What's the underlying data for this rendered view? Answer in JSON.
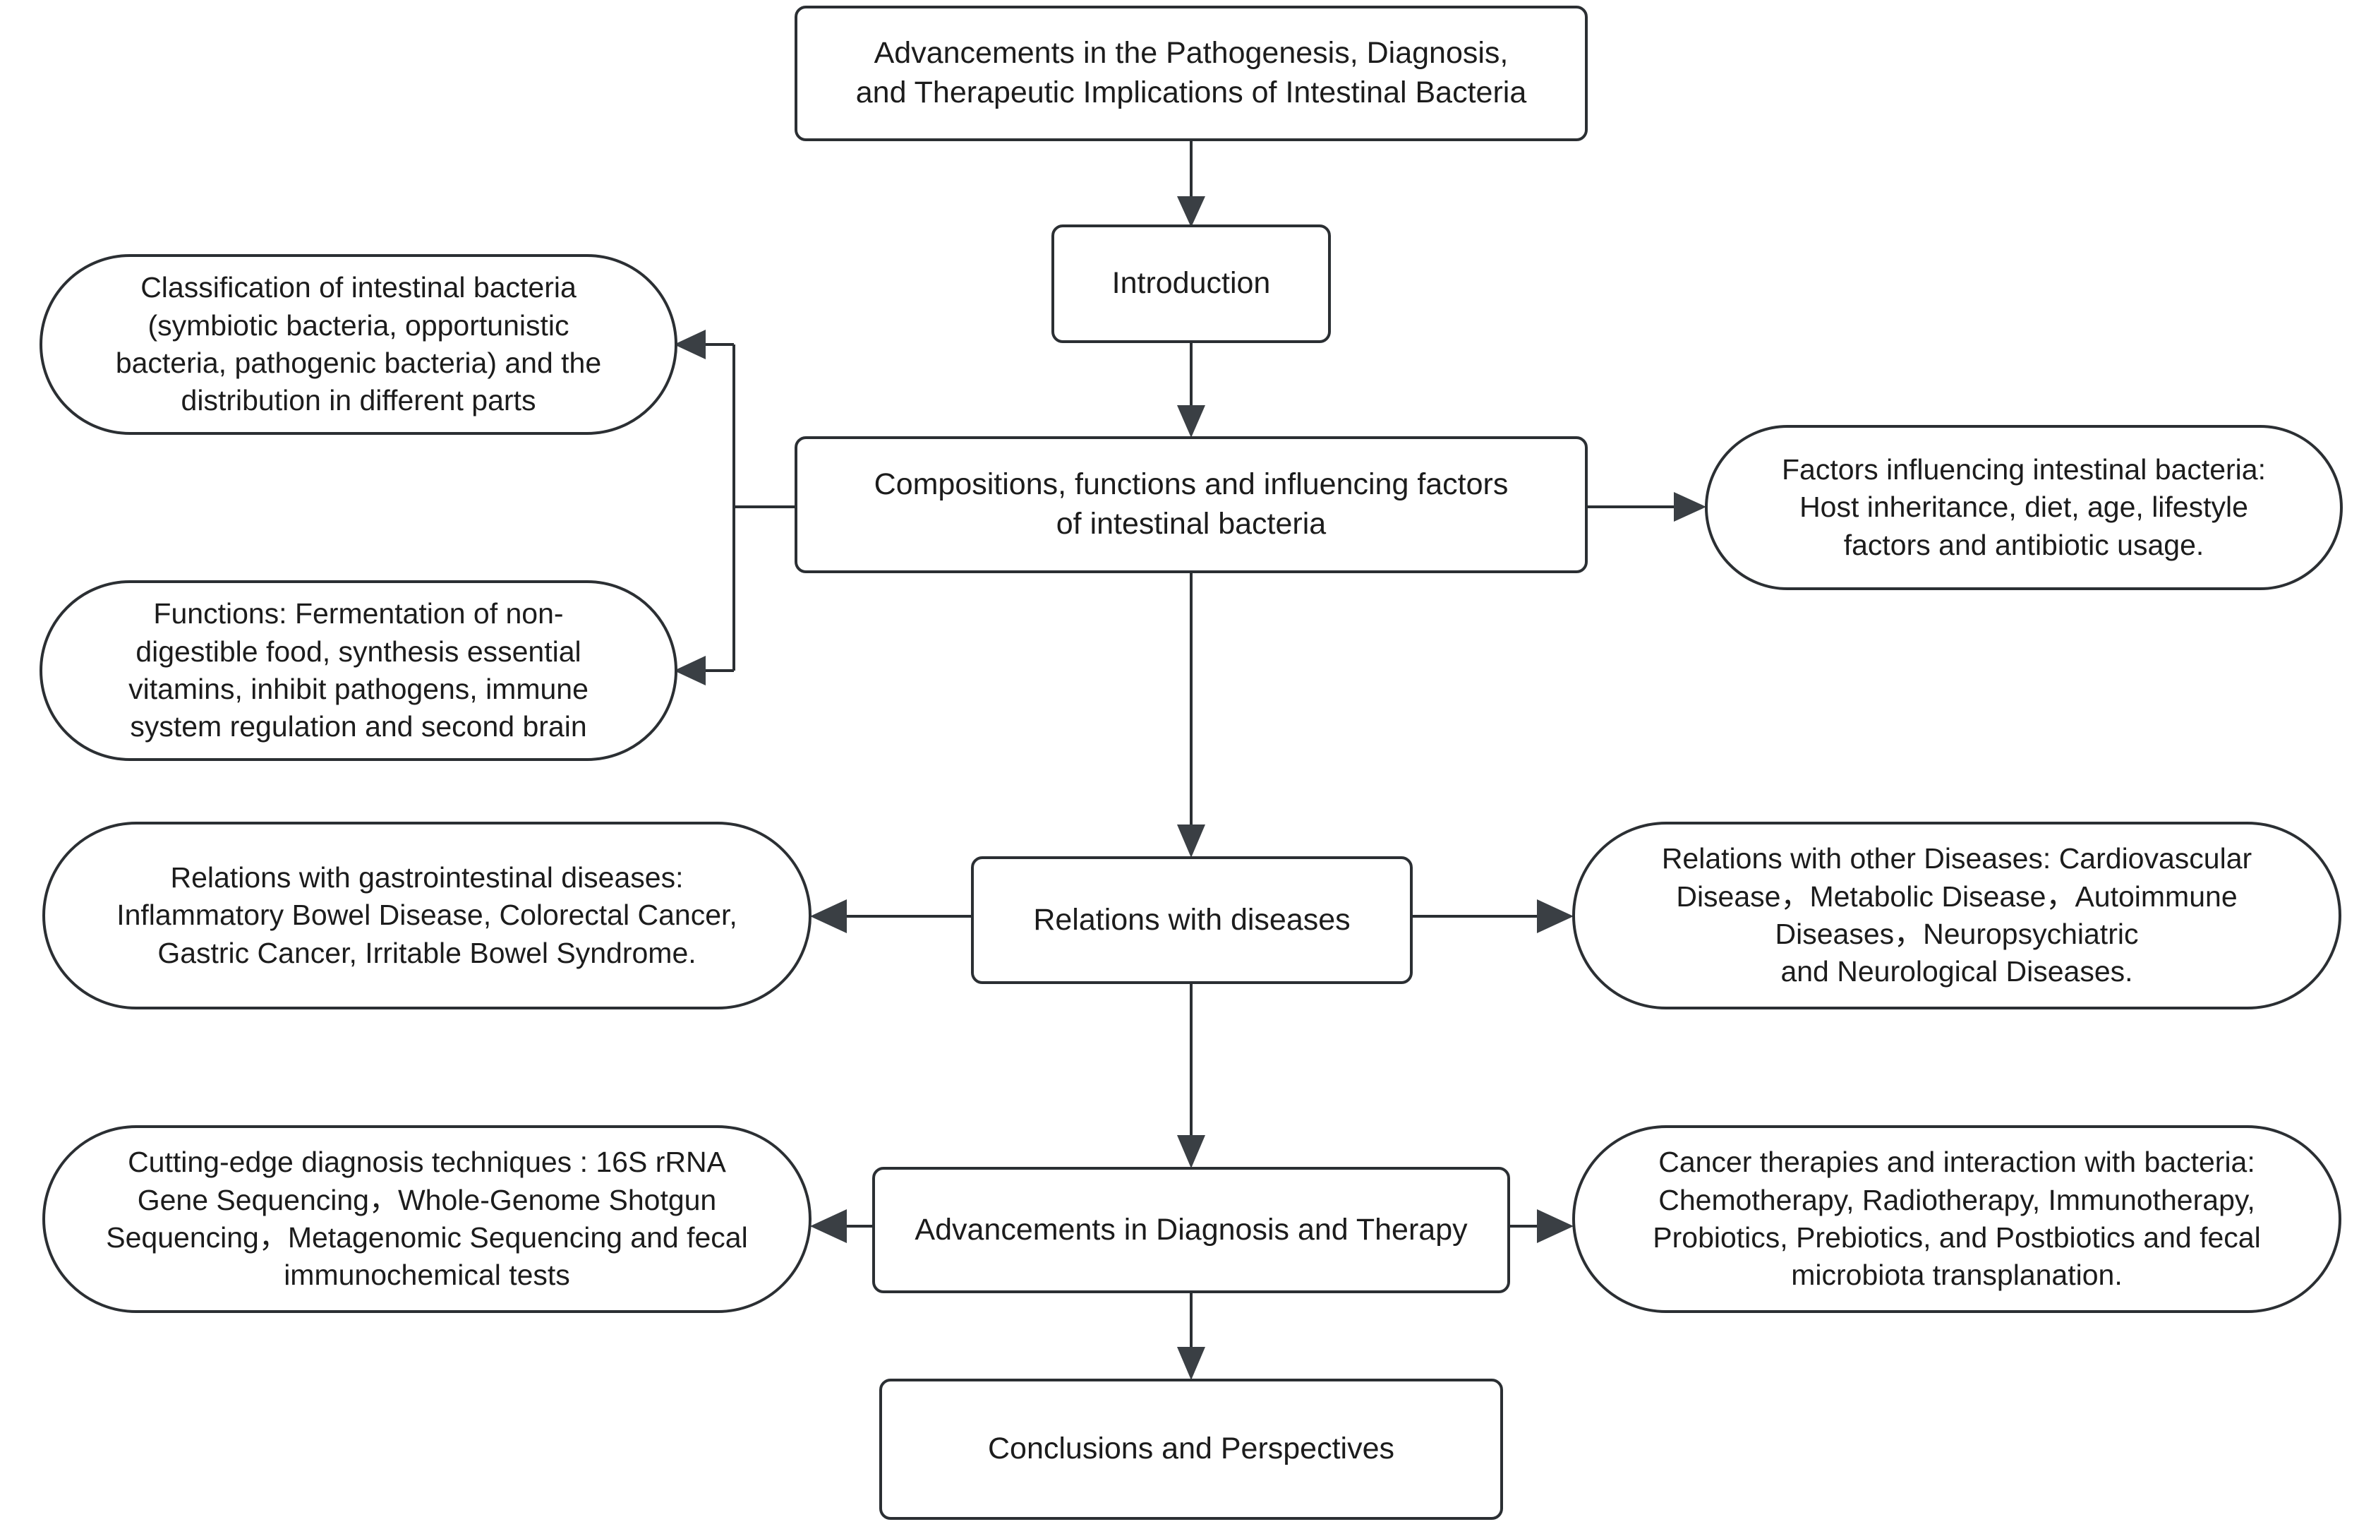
{
  "diagram": {
    "title_node": {
      "id": "title",
      "label": "Advancements in the Pathogenesis, Diagnosis,\nand Therapeutic Implications of Intestinal Bacteria",
      "shape": "rounded-rect"
    },
    "nodes": [
      {
        "id": "introduction",
        "label": "Introduction",
        "shape": "rounded-rect",
        "column": "center"
      },
      {
        "id": "compositions",
        "label": "Compositions, functions and influencing factors\nof intestinal bacteria",
        "shape": "rounded-rect",
        "column": "center"
      },
      {
        "id": "classification",
        "label": "Classification of intestinal bacteria\n(symbiotic bacteria, opportunistic\nbacteria, pathogenic bacteria) and the\ndistribution in different parts",
        "shape": "stadium",
        "column": "left"
      },
      {
        "id": "functions",
        "label": "Functions: Fermentation of non-\ndigestible food, synthesis essential\nvitamins, inhibit pathogens, immune\nsystem regulation and second brain",
        "shape": "stadium",
        "column": "left"
      },
      {
        "id": "factors",
        "label": "Factors influencing intestinal bacteria:\nHost inheritance, diet, age, lifestyle\nfactors and antibiotic usage.",
        "shape": "stadium",
        "column": "right"
      },
      {
        "id": "relations-diseases",
        "label": "Relations with diseases",
        "shape": "rounded-rect",
        "column": "center"
      },
      {
        "id": "gastrointestinal",
        "label": "Relations with gastrointestinal diseases:\nInflammatory Bowel Disease, Colorectal Cancer,\nGastric Cancer, Irritable Bowel Syndrome.",
        "shape": "stadium",
        "column": "left"
      },
      {
        "id": "other-diseases",
        "label": "Relations with other Diseases: Cardiovascular\nDisease，Metabolic Disease，Autoimmune\nDiseases，Neuropsychiatric\nand Neurological Diseases.",
        "shape": "stadium",
        "column": "right"
      },
      {
        "id": "advancements-dx-tx",
        "label": "Advancements in Diagnosis and Therapy",
        "shape": "rounded-rect",
        "column": "center"
      },
      {
        "id": "diagnosis-techniques",
        "label": "Cutting-edge diagnosis techniques : 16S rRNA\nGene Sequencing，Whole-Genome Shotgun\nSequencing，Metagenomic Sequencing and fecal\nimmunochemical tests",
        "shape": "stadium",
        "column": "left"
      },
      {
        "id": "cancer-therapies",
        "label": "Cancer therapies and interaction with bacteria:\nChemotherapy, Radiotherapy, Immunotherapy,\nProbiotics, Prebiotics, and Postbiotics and fecal\nmicrobiota transplanation.",
        "shape": "stadium",
        "column": "right"
      },
      {
        "id": "conclusions",
        "label": "Conclusions and Perspectives",
        "shape": "rounded-rect",
        "column": "center"
      }
    ],
    "edges": [
      {
        "from": "title",
        "to": "introduction",
        "direction": "down"
      },
      {
        "from": "introduction",
        "to": "compositions",
        "direction": "down"
      },
      {
        "from": "compositions",
        "to": "classification",
        "direction": "left"
      },
      {
        "from": "compositions",
        "to": "functions",
        "direction": "left"
      },
      {
        "from": "compositions",
        "to": "factors",
        "direction": "right"
      },
      {
        "from": "compositions",
        "to": "relations-diseases",
        "direction": "down"
      },
      {
        "from": "relations-diseases",
        "to": "gastrointestinal",
        "direction": "left"
      },
      {
        "from": "relations-diseases",
        "to": "other-diseases",
        "direction": "right"
      },
      {
        "from": "relations-diseases",
        "to": "advancements-dx-tx",
        "direction": "down"
      },
      {
        "from": "advancements-dx-tx",
        "to": "diagnosis-techniques",
        "direction": "left"
      },
      {
        "from": "advancements-dx-tx",
        "to": "cancer-therapies",
        "direction": "right"
      },
      {
        "from": "advancements-dx-tx",
        "to": "conclusions",
        "direction": "down"
      }
    ],
    "colors": {
      "background": "#ffffff",
      "node_stroke": "#2b2f33",
      "node_fill": "#ffffff",
      "text": "#1c1c1c",
      "arrow": "#3a3f44"
    }
  }
}
